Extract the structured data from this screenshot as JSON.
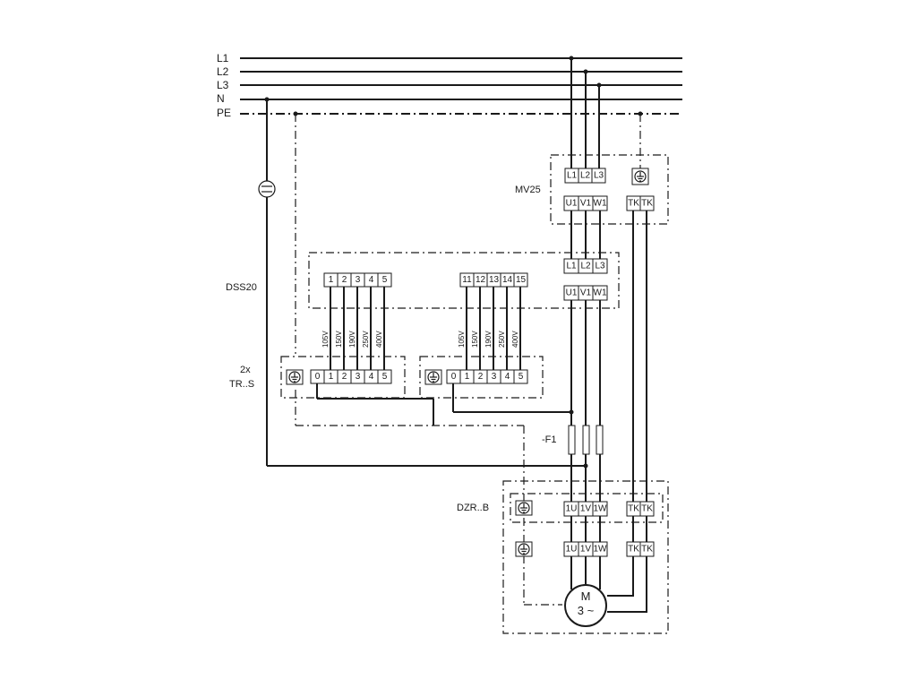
{
  "bus": {
    "l1": "L1",
    "l2": "L2",
    "l3": "L3",
    "n": "N",
    "pe": "PE"
  },
  "labels": {
    "mv25": "MV25",
    "dss20": "DSS20",
    "tr_count": "2x",
    "tr_name": "TR..S",
    "fuse": "-F1",
    "dzr": "DZR..B",
    "motor_m": "M",
    "motor_phase": "3 ~"
  },
  "mv25": {
    "inputs": [
      "L1",
      "L2",
      "L3"
    ],
    "outputs": [
      "U1",
      "V1",
      "W1"
    ],
    "tk": [
      "TK",
      "TK"
    ]
  },
  "dss20": {
    "inputs": [
      "L1",
      "L2",
      "L3"
    ],
    "outputs": [
      "U1",
      "V1",
      "W1"
    ],
    "group_a": [
      "1",
      "2",
      "3",
      "4",
      "5"
    ],
    "group_b": [
      "11",
      "12",
      "13",
      "14",
      "15"
    ]
  },
  "voltages": [
    "105V",
    "150V",
    "190V",
    "250V",
    "400V"
  ],
  "tr_terminals": [
    "0",
    "1",
    "2",
    "3",
    "4",
    "5"
  ],
  "dzr": {
    "terminals": [
      "1U",
      "1V",
      "1W"
    ],
    "tk": [
      "TK",
      "TK"
    ]
  },
  "icons": [
    "ground-icon",
    "motor-icon",
    "fuse-icon",
    "capacitor-icon"
  ]
}
